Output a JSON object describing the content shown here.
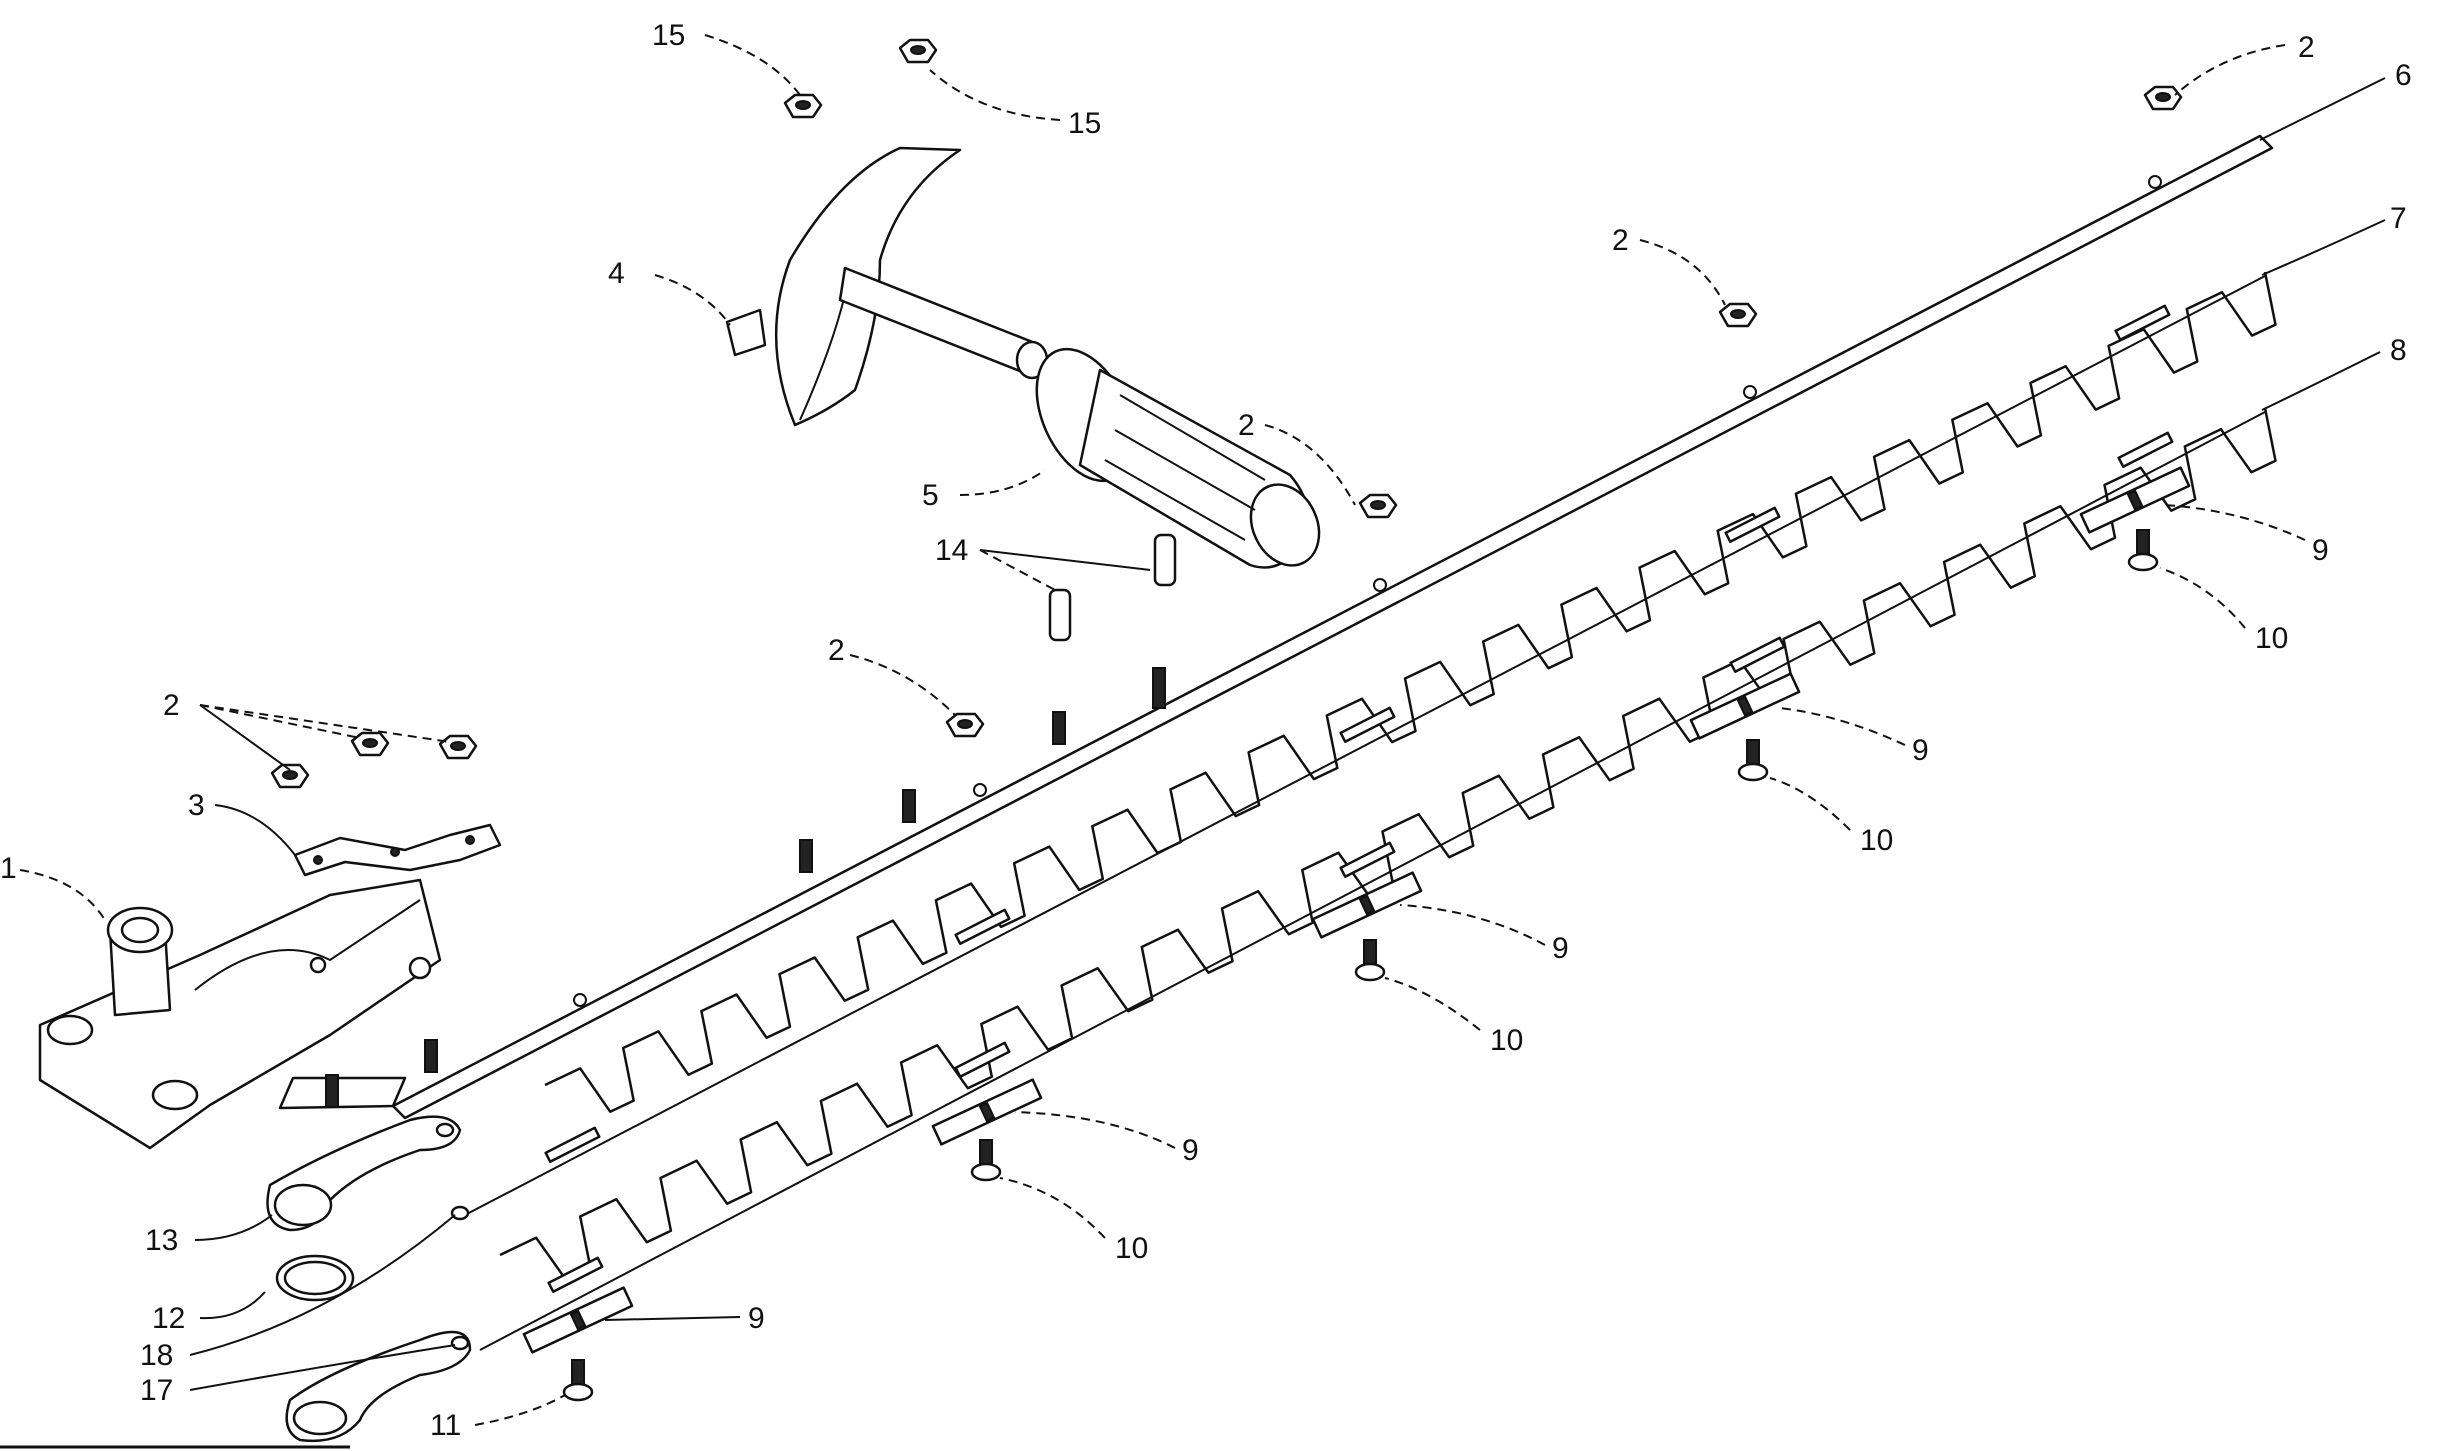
{
  "diagram": {
    "callouts": [
      {
        "id": "c1",
        "text": "1"
      },
      {
        "id": "c2a",
        "text": "2"
      },
      {
        "id": "c2b",
        "text": "2"
      },
      {
        "id": "c2c",
        "text": "2"
      },
      {
        "id": "c2d",
        "text": "2"
      },
      {
        "id": "c2e",
        "text": "2"
      },
      {
        "id": "c3",
        "text": "3"
      },
      {
        "id": "c4",
        "text": "4"
      },
      {
        "id": "c5",
        "text": "5"
      },
      {
        "id": "c6",
        "text": "6"
      },
      {
        "id": "c7",
        "text": "7"
      },
      {
        "id": "c8",
        "text": "8"
      },
      {
        "id": "c9a",
        "text": "9"
      },
      {
        "id": "c9b",
        "text": "9"
      },
      {
        "id": "c9c",
        "text": "9"
      },
      {
        "id": "c9d",
        "text": "9"
      },
      {
        "id": "c9e",
        "text": "9"
      },
      {
        "id": "c10a",
        "text": "10"
      },
      {
        "id": "c10b",
        "text": "10"
      },
      {
        "id": "c10c",
        "text": "10"
      },
      {
        "id": "c10d",
        "text": "10"
      },
      {
        "id": "c11",
        "text": "11"
      },
      {
        "id": "c12",
        "text": "12"
      },
      {
        "id": "c13",
        "text": "13"
      },
      {
        "id": "c14",
        "text": "14"
      },
      {
        "id": "c15a",
        "text": "15"
      },
      {
        "id": "c15b",
        "text": "15"
      },
      {
        "id": "c17",
        "text": "17"
      },
      {
        "id": "c18",
        "text": "18"
      }
    ]
  }
}
